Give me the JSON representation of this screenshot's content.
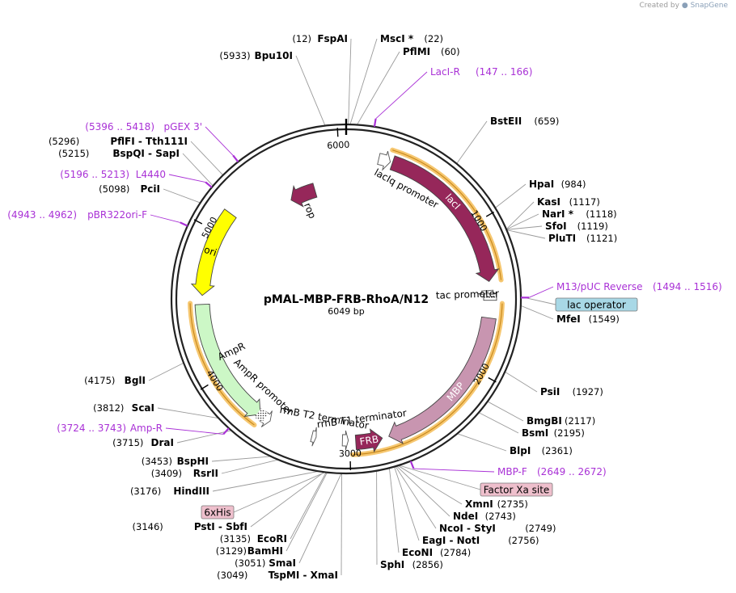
{
  "credit": {
    "prefix": "Created by",
    "brand": "SnapGene"
  },
  "plasmid": {
    "name": "pMAL-MBP-FRB-RhoA/N12",
    "size_label": "6049 bp",
    "length": 6049
  },
  "ticks": [
    "1000",
    "2000",
    "3000",
    "4000",
    "5000",
    "6000"
  ],
  "sites": [
    {
      "id": "fspai",
      "pos": 12,
      "name": "FspAI",
      "pos_label": "(12)"
    },
    {
      "id": "msci",
      "pos": 22,
      "name": "MscI *",
      "pos_label": "(22)"
    },
    {
      "id": "pflmi",
      "pos": 60,
      "name": "PflMI",
      "pos_label": "(60)"
    },
    {
      "id": "bpu10i",
      "pos": 5933,
      "name": "Bpu10I",
      "pos_label": "(5933)"
    },
    {
      "id": "bsteii",
      "pos": 659,
      "name": "BstEII",
      "pos_label": "(659)"
    },
    {
      "id": "hpai",
      "pos": 984,
      "name": "HpaI",
      "pos_label": "(984)"
    },
    {
      "id": "kasi",
      "pos": 1117,
      "name": "KasI",
      "pos_label": "(1117)"
    },
    {
      "id": "nari",
      "pos": 1118,
      "name": "NarI *",
      "pos_label": "(1118)"
    },
    {
      "id": "sfoi",
      "pos": 1119,
      "name": "SfoI",
      "pos_label": "(1119)"
    },
    {
      "id": "pluti",
      "pos": 1121,
      "name": "PluTI",
      "pos_label": "(1121)"
    },
    {
      "id": "mfei",
      "pos": 1549,
      "name": "MfeI",
      "pos_label": "(1549)"
    },
    {
      "id": "psii",
      "pos": 1927,
      "name": "PsiI",
      "pos_label": "(1927)"
    },
    {
      "id": "bmgbi",
      "pos": 2117,
      "name": "BmgBI",
      "pos_label": "(2117)"
    },
    {
      "id": "bsmi",
      "pos": 2195,
      "name": "BsmI",
      "pos_label": "(2195)"
    },
    {
      "id": "blpi",
      "pos": 2361,
      "name": "BlpI",
      "pos_label": "(2361)"
    },
    {
      "id": "xmni",
      "pos": 2735,
      "name": "XmnI",
      "pos_label": "(2735)"
    },
    {
      "id": "ndei",
      "pos": 2743,
      "name": "NdeI",
      "pos_label": "(2743)"
    },
    {
      "id": "ncoi",
      "pos": 2749,
      "name": "NcoI  -  StyI",
      "pos_label": "(2749)"
    },
    {
      "id": "eagi",
      "pos": 2756,
      "name": "EagI  -  NotI",
      "pos_label": "(2756)"
    },
    {
      "id": "econi",
      "pos": 2784,
      "name": "EcoNI",
      "pos_label": "(2784)"
    },
    {
      "id": "sphi",
      "pos": 2856,
      "name": "SphI",
      "pos_label": "(2856)"
    },
    {
      "id": "tspmi",
      "pos": 3049,
      "name": "TspMI  -  XmaI",
      "pos_label": "(3049)"
    },
    {
      "id": "smai",
      "pos": 3051,
      "name": "SmaI",
      "pos_label": "(3051)"
    },
    {
      "id": "bamhi",
      "pos": 3129,
      "name": "BamHI",
      "pos_label": "(3129)"
    },
    {
      "id": "ecori",
      "pos": 3135,
      "name": "EcoRI",
      "pos_label": "(3135)"
    },
    {
      "id": "psti",
      "pos": 3146,
      "name": "PstI  -  SbfI",
      "pos_label": "(3146)"
    },
    {
      "id": "hindiii",
      "pos": 3176,
      "name": "HindIII",
      "pos_label": "(3176)"
    },
    {
      "id": "rsrii",
      "pos": 3409,
      "name": "RsrII",
      "pos_label": "(3409)"
    },
    {
      "id": "bsphi",
      "pos": 3453,
      "name": "BspHI",
      "pos_label": "(3453)"
    },
    {
      "id": "drai",
      "pos": 3715,
      "name": "DraI",
      "pos_label": "(3715)"
    },
    {
      "id": "scai",
      "pos": 3812,
      "name": "ScaI",
      "pos_label": "(3812)"
    },
    {
      "id": "bgli",
      "pos": 4175,
      "name": "BglI",
      "pos_label": "(4175)"
    },
    {
      "id": "pcii",
      "pos": 5098,
      "name": "PciI",
      "pos_label": "(5098)"
    },
    {
      "id": "bspqi",
      "pos": 5215,
      "name": "BspQI  -  SapI",
      "pos_label": "(5215)"
    },
    {
      "id": "pflfi",
      "pos": 5296,
      "name": "PflFI  -  Tth111I",
      "pos_label": "(5296)"
    }
  ],
  "primers": [
    {
      "id": "laci-r",
      "start": 147,
      "end": 166,
      "name": "LacI-R",
      "range": "(147 .. 166)"
    },
    {
      "id": "m13",
      "start": 1494,
      "end": 1516,
      "name": "M13/pUC Reverse",
      "range": "(1494 .. 1516)"
    },
    {
      "id": "mbp-f",
      "start": 2649,
      "end": 2672,
      "name": "MBP-F",
      "range": "(2649 .. 2672)"
    },
    {
      "id": "amp-r",
      "start": 3724,
      "end": 3743,
      "name": "Amp-R",
      "range": "(3724 .. 3743)"
    },
    {
      "id": "pbr322ori-f",
      "start": 4943,
      "end": 4962,
      "name": "pBR322ori-F",
      "range": "(4943 .. 4962)"
    },
    {
      "id": "l4440",
      "start": 5196,
      "end": 5213,
      "name": "L4440",
      "range": "(5196 .. 5213)"
    },
    {
      "id": "pgex3",
      "start": 5396,
      "end": 5418,
      "name": "pGEX 3'",
      "range": "(5396 .. 5418)"
    }
  ],
  "boxed_labels": [
    {
      "id": "lac-operator",
      "text": "lac operator",
      "color": "#a8d8e6"
    },
    {
      "id": "factor-xa",
      "text": "Factor Xa site",
      "color": "#eebfcc"
    },
    {
      "id": "6xhis",
      "text": "6xHis",
      "color": "#eebfcc"
    }
  ],
  "features": [
    {
      "id": "laci",
      "name": "lacI",
      "start": 315,
      "end": 1395,
      "dir": "cw",
      "color": "#96275a"
    },
    {
      "id": "mbp",
      "name": "MBP",
      "start": 1640,
      "end": 2735,
      "dir": "cw",
      "color": "#c895b0"
    },
    {
      "id": "frb",
      "name": "FRB",
      "start": 2780,
      "end": 2960,
      "dir": "ccw",
      "color": "#96275a"
    },
    {
      "id": "ampr",
      "name": "AmpR",
      "start": 3640,
      "end": 4500,
      "dir": "ccw",
      "color": "#ccf7c6"
    },
    {
      "id": "ori",
      "name": "ori",
      "start": 4560,
      "end": 5150,
      "dir": "ccw",
      "color": "#ffff00"
    },
    {
      "id": "rop",
      "name": "rop",
      "start": 5560,
      "end": 5780,
      "dir": "ccw",
      "color": "#96275a"
    },
    {
      "id": "laciq",
      "name": "lacIq promoter",
      "start": 220,
      "end": 300,
      "dir": "cw",
      "color": "#ffffff"
    },
    {
      "id": "tac",
      "name": "tac promoter",
      "start": 1455,
      "end": 1490,
      "dir": "cw",
      "color": "#ffffff"
    },
    {
      "id": "rrnb-t1",
      "name": "rrnB T1 terminator",
      "start": 3010,
      "end": 3050,
      "dir": "ccw",
      "color": "#ffffff"
    },
    {
      "id": "rrnb-t2",
      "name": "rrnB T2 terminator",
      "start": 3230,
      "end": 3260,
      "dir": "ccw",
      "color": "#ffffff"
    },
    {
      "id": "ampr-prom",
      "name": "AmpR promoter",
      "start": 3560,
      "end": 3620,
      "dir": "ccw",
      "color": "#ffffff"
    }
  ],
  "orfs": [
    {
      "start": 290,
      "end": 1395
    },
    {
      "start": 1540,
      "end": 2985
    },
    {
      "start": 3630,
      "end": 4510
    }
  ],
  "colors": {
    "primer": "#a931d6",
    "orf": "#e7a23a",
    "lac_operator": "#a8d8e6",
    "factor_xa": "#eebfcc"
  }
}
